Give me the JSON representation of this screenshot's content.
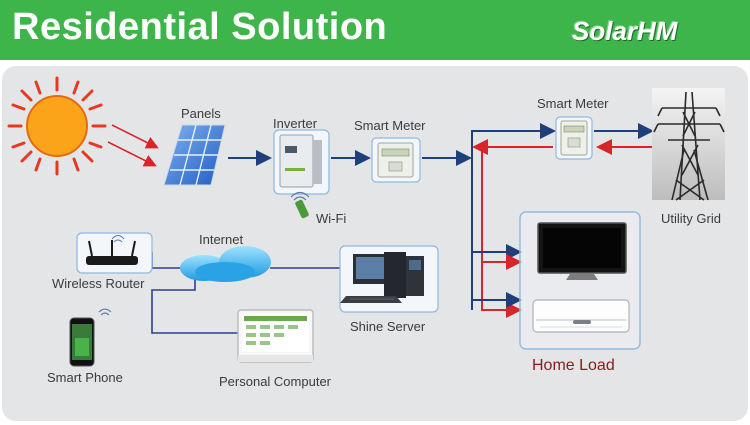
{
  "header": {
    "title": "Residential Solution",
    "brand": "SolarHM"
  },
  "labels": {
    "panels": "Panels",
    "inverter": "Inverter",
    "smart_meter_1": "Smart Meter",
    "smart_meter_2": "Smart Meter",
    "wifi": "Wi-Fi",
    "utility_grid": "Utility Grid",
    "internet": "Internet",
    "wireless_router": "Wireless Router",
    "shine_server": "Shine Server",
    "smart_phone": "Smart Phone",
    "personal_computer": "Personal Computer",
    "home_load": "Home Load"
  },
  "colors": {
    "banner": "#3db54a",
    "flow_blue": "#1f3f7a",
    "flow_red": "#d6262a",
    "link_blue": "#2b3f9a",
    "home_load_text": "#8b1a1a"
  }
}
